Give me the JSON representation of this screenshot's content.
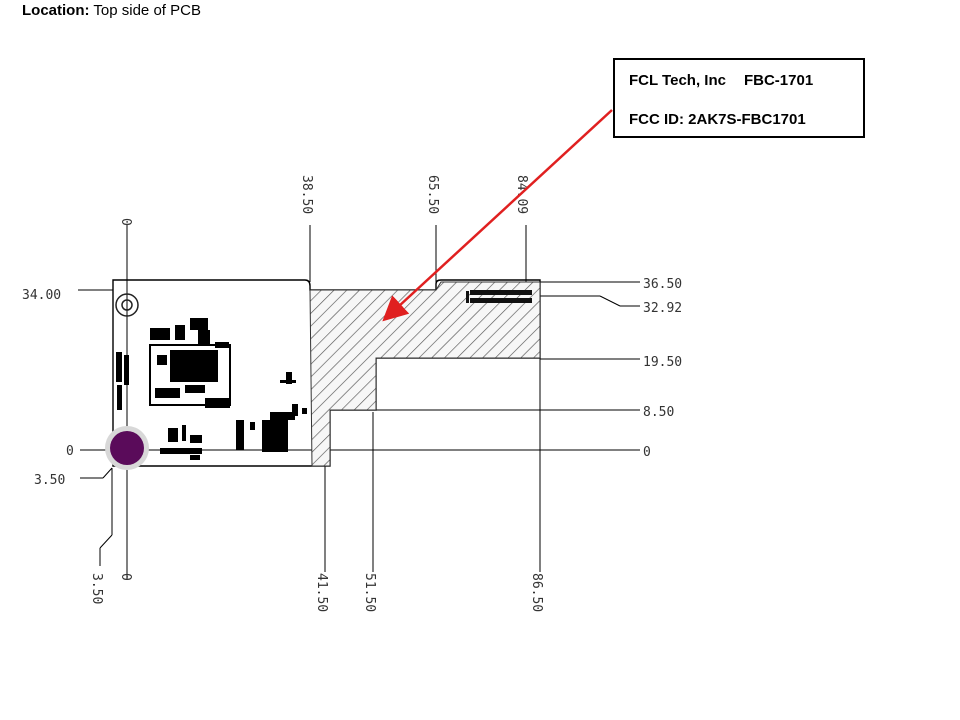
{
  "heading": {
    "label": "Location:",
    "text": "Top side of PCB"
  },
  "label_box": {
    "company": "FCL Tech, Inc",
    "model": "FBC-1701",
    "fcc": "FCC ID: 2AK7S-FBC1701"
  },
  "arrow_color": "#e02020",
  "hatch_color": "#555555",
  "dims": {
    "top": {
      "d1": "0",
      "d2": "38.50",
      "d3": "65.50",
      "d4": "84.09"
    },
    "left": {
      "d1": "34.00",
      "d2": "0",
      "d3": "3.50"
    },
    "right": {
      "d1": "36.50",
      "d2": "32.92",
      "d3": "19.50",
      "d4": "8.50",
      "d5": "0"
    },
    "bottom": {
      "d1": "3.50",
      "d2": "0",
      "d3": "41.50",
      "d4": "51.50",
      "d5": "86.50"
    }
  }
}
